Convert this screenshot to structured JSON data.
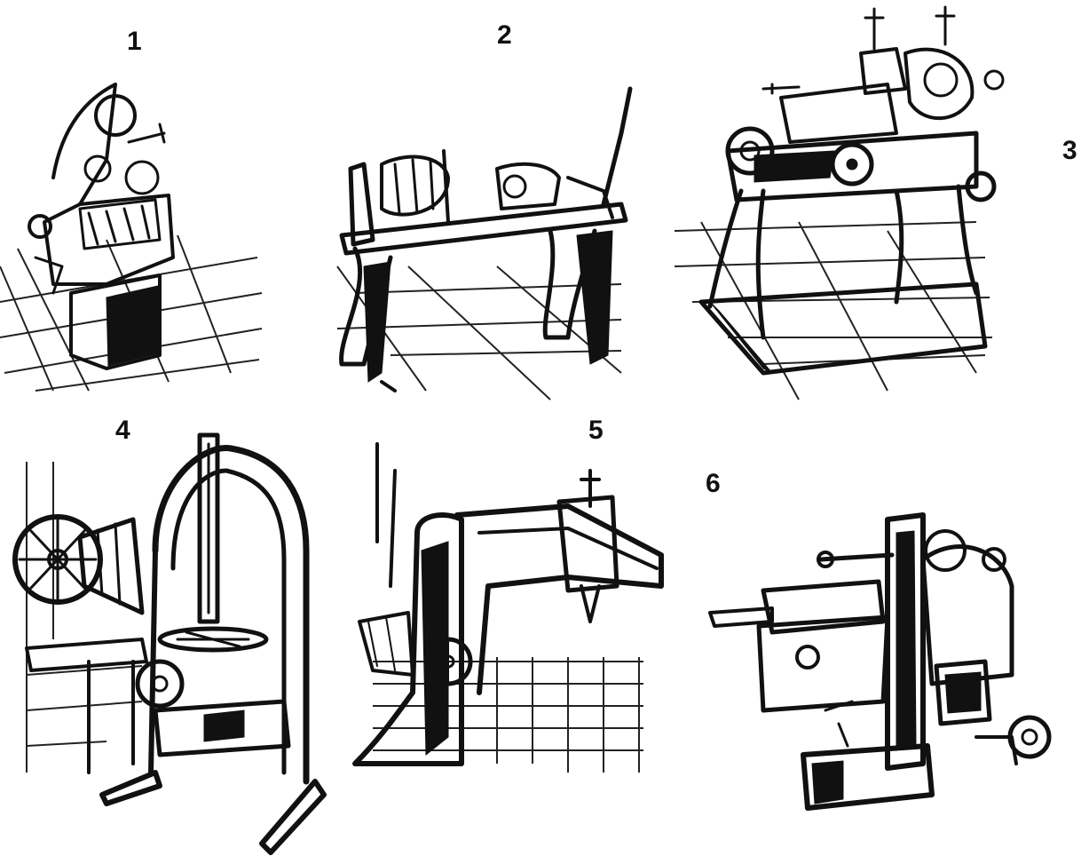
{
  "figure": {
    "labels": [
      "1",
      "2",
      "3",
      "4",
      "5",
      "6"
    ],
    "ink_color": "#111111",
    "paper_color": "#ffffff"
  }
}
